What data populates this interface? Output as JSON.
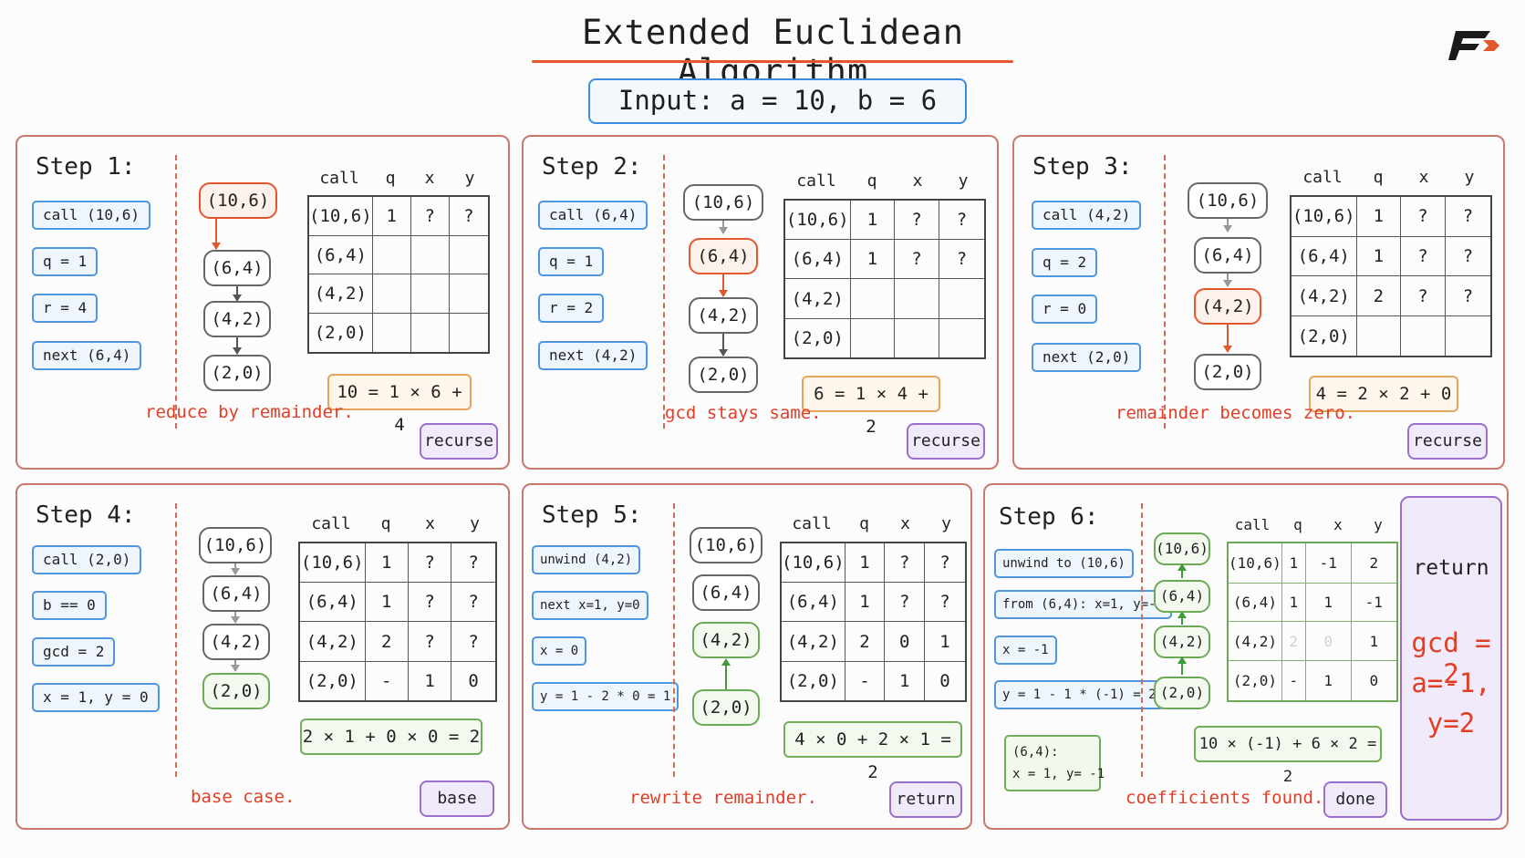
{
  "title": "Extended Euclidean Algorithm",
  "input": "Input:  a = 10,  b = 6",
  "colors": {
    "accent": "#e2572b",
    "chip": "#4f96de",
    "action": "#9a6fd0",
    "note": "#e23d25",
    "green": "#6caa55"
  },
  "logo_icon": "brand-logo-icon",
  "table_header": [
    "call",
    "q",
    "x",
    "y"
  ],
  "steps": [
    {
      "title": "Step 1:",
      "chips": [
        "call (10,6)",
        "q = 1",
        "r = 4",
        "next (6,4)"
      ],
      "nodes": [
        "(10,6)",
        "(6,4)",
        "(4,2)",
        "(2,0)"
      ],
      "table": [
        [
          "(10,6)",
          "1",
          "?",
          "?"
        ],
        [
          "(6,4)",
          "",
          "",
          ""
        ],
        [
          "(4,2)",
          "",
          "",
          ""
        ],
        [
          "(2,0)",
          "",
          "",
          ""
        ]
      ],
      "equation": "10 = 1 × 6 + 4",
      "note": "reduce by remainder.",
      "action": "recurse"
    },
    {
      "title": "Step 2:",
      "chips": [
        "call (6,4)",
        "q = 1",
        "r = 2",
        "next (4,2)"
      ],
      "nodes": [
        "(10,6)",
        "(6,4)",
        "(4,2)",
        "(2,0)"
      ],
      "table": [
        [
          "(10,6)",
          "1",
          "?",
          "?"
        ],
        [
          "(6,4)",
          "1",
          "?",
          "?"
        ],
        [
          "(4,2)",
          "",
          "",
          ""
        ],
        [
          "(2,0)",
          "",
          "",
          ""
        ]
      ],
      "equation": "6 = 1 × 4 + 2",
      "note": "gcd stays same.",
      "action": "recurse"
    },
    {
      "title": "Step 3:",
      "chips": [
        "call (4,2)",
        "q = 2",
        "r = 0",
        "next (2,0)"
      ],
      "nodes": [
        "(10,6)",
        "(6,4)",
        "(4,2)",
        "(2,0)"
      ],
      "table": [
        [
          "(10,6)",
          "1",
          "?",
          "?"
        ],
        [
          "(6,4)",
          "1",
          "?",
          "?"
        ],
        [
          "(4,2)",
          "2",
          "?",
          "?"
        ],
        [
          "(2,0)",
          "",
          "",
          ""
        ]
      ],
      "equation": "4 = 2 × 2 + 0",
      "note": "remainder becomes zero.",
      "action": "recurse"
    },
    {
      "title": "Step 4:",
      "chips": [
        "call (2,0)",
        "b == 0",
        "gcd = 2",
        "x = 1, y = 0"
      ],
      "nodes": [
        "(10,6)",
        "(6,4)",
        "(4,2)",
        "(2,0)"
      ],
      "table": [
        [
          "(10,6)",
          "1",
          "?",
          "?"
        ],
        [
          "(6,4)",
          "1",
          "?",
          "?"
        ],
        [
          "(4,2)",
          "2",
          "?",
          "?"
        ],
        [
          "(2,0)",
          "-",
          "1",
          "0"
        ]
      ],
      "equation": "2 × 1 + 0 × 0 = 2",
      "note": "base case.",
      "action": "base"
    },
    {
      "title": "Step 5:",
      "chips": [
        "unwind (4,2)",
        "next x=1, y=0",
        "x = 0",
        "y = 1 - 2 * 0 = 1"
      ],
      "nodes": [
        "(10,6)",
        "(6,4)",
        "(4,2)",
        "(2,0)"
      ],
      "table": [
        [
          "(10,6)",
          "1",
          "?",
          "?"
        ],
        [
          "(6,4)",
          "1",
          "?",
          "?"
        ],
        [
          "(4,2)",
          "2",
          "0",
          "1"
        ],
        [
          "(2,0)",
          "-",
          "1",
          "0"
        ]
      ],
      "equation": "4 × 0 + 2 × 1 = 2",
      "note": "rewrite remainder.",
      "action": "return"
    },
    {
      "title": "Step 6:",
      "chips": [
        "unwind to (10,6)",
        "from (6,4): x=1, y=-1",
        "x = -1",
        "y = 1 - 1 * (-1) = 2"
      ],
      "extra_chip": "(6,4):\nx = 1, y= -1",
      "nodes": [
        "(10,6)",
        "(6,4)",
        "(4,2)",
        "(2,0)"
      ],
      "table": [
        [
          "(10,6)",
          "1",
          "-1",
          "2"
        ],
        [
          "(6,4)",
          "1",
          "1",
          "-1"
        ],
        [
          "(4,2)",
          "2",
          "0",
          "1"
        ],
        [
          "(2,0)",
          "-",
          "1",
          "0"
        ]
      ],
      "equation": "10 × (-1) + 6 × 2 = 2",
      "note": "coefficients found.",
      "action": "done"
    }
  ],
  "result": {
    "label": "return",
    "gcd": "gcd = 2",
    "a": "a=-1,",
    "y": "y=2"
  }
}
